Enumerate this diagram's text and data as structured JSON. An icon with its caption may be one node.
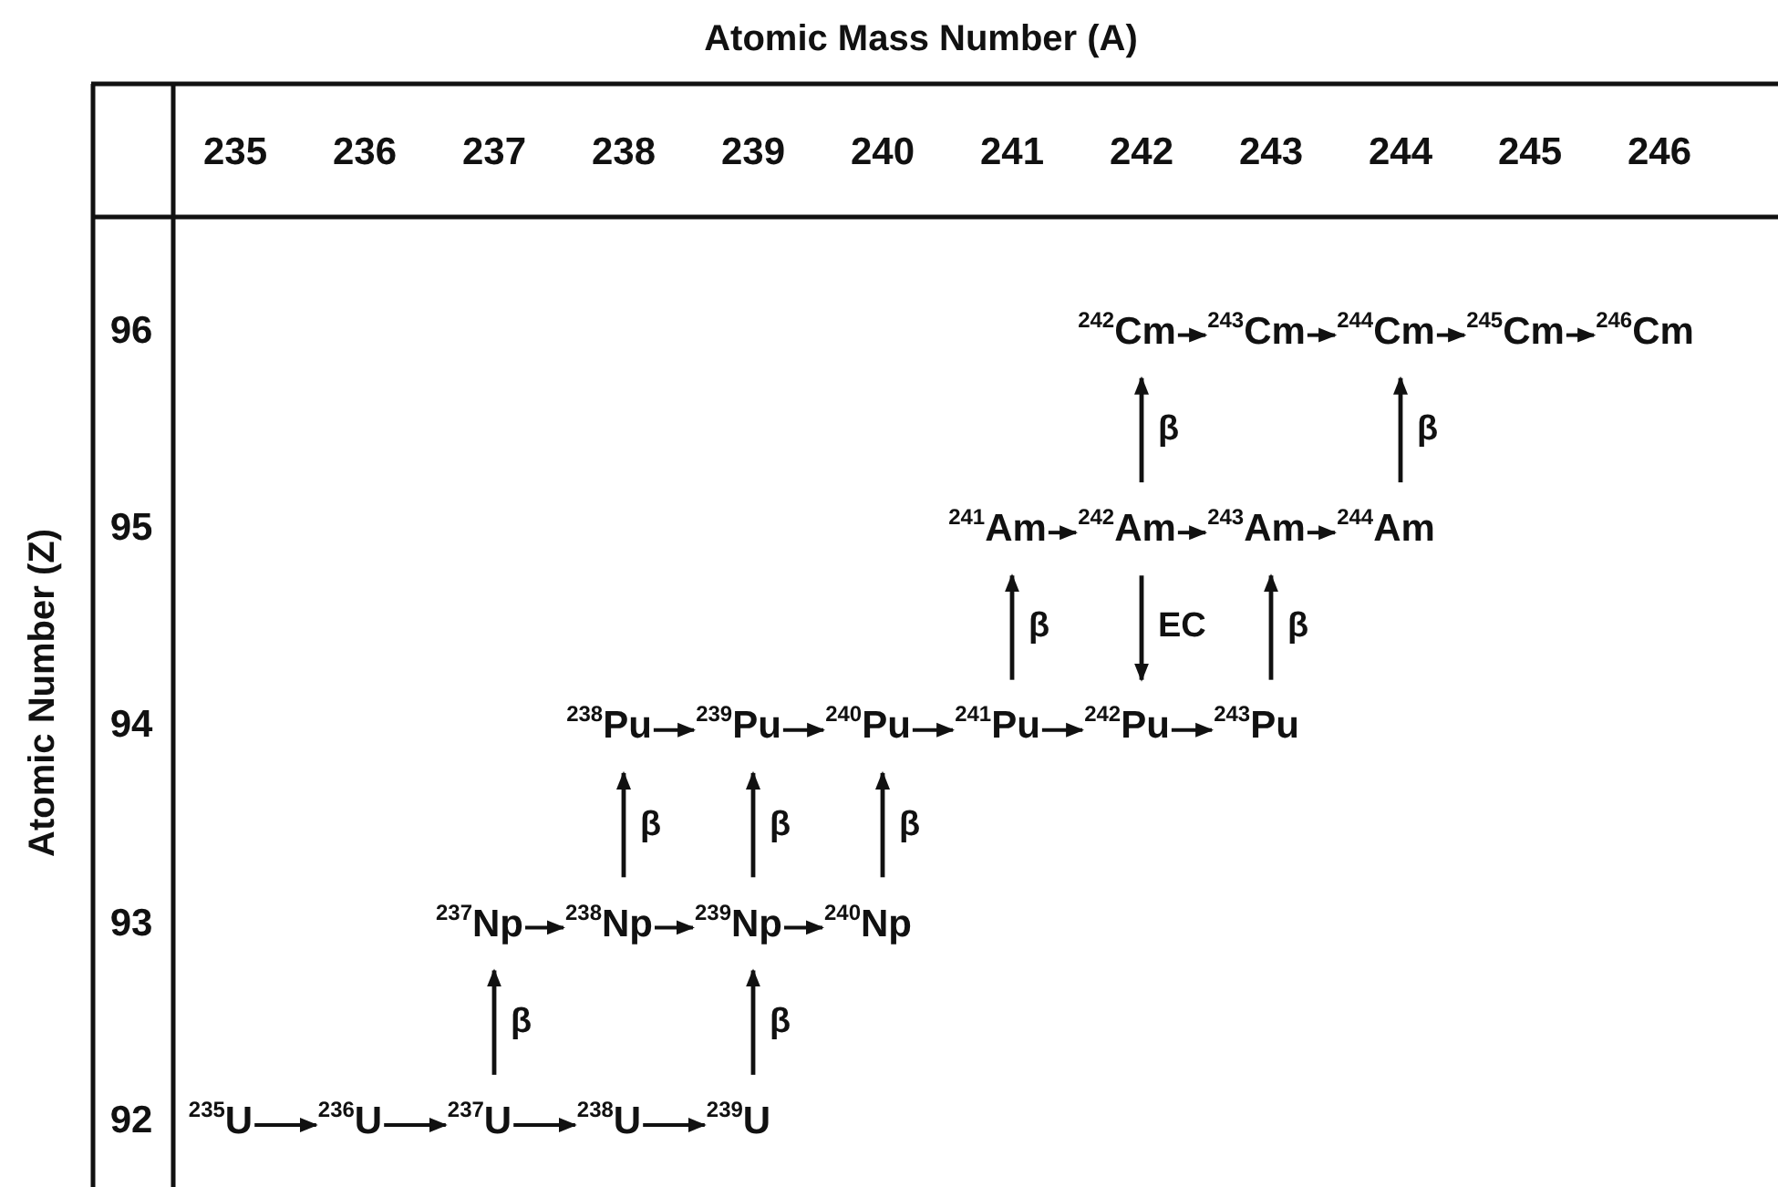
{
  "diagram": {
    "nodes": [
      {
        "text": [
          "$^{242}$Cm"
        ]
      },
      {
        "text": [
          "$^{243}$Cm"
        ]
      },
      {
        "text": [
          "$^{244}$Cm"
        ]
      },
      {
        "text": [
          "$^{245}$Cm"
        ]
      },
      {
        "text": [
          "$^{246}$Cm"
        ]
      },
      {
        "text": [
          "$^{241}$Am"
        ]
      },
      {
        "text": [
          "$^{242}$Am"
        ]
      },
      {
        "text": [
          "$^{243}$Am"
        ]
      },
      {
        "text": [
          "$^{244}$Am"
        ]
      },
      {
        "text": [
          "$^{238}$Pu"
        ]
      },
      {
        "text": [
          "$^{239}$Pu"
        ]
      },
      {
        "text": [
          "$^{240}$Pu"
        ]
      },
      {
        "text": [
          "$^{241}$Pu"
        ]
      },
      {
        "text": [
          "$^{242}$Pu"
        ]
      },
      {
        "text": [
          "$^{243}$Pu"
        ]
      },
      {
        "text": [
          "$^{237}$Np"
        ]
      },
      {
        "text": [
          "$^{238}$Np"
        ]
      },
      {
        "text": [
          "$^{239}$Np"
        ]
      },
      {
        "text": [
          "$^{240}$Np"
        ]
      },
      {
        "text": [
          "$^{235}$U"
        ]
      },
      {
        "text": [
          "$^{236}$U"
        ]
      },
      {
        "text": [
          "$^{237}$U"
        ]
      },
      {
        "text": [
          "$^{238}$U"
        ]
      },
      {
        "text": [
          "$^{239}$U"
        ]
      }
    ],
    "edges": [
      {
        "from": 0,
        "to": 1,
        "arrow": "to"
      },
      {
        "from": 1,
        "to": 2,
        "arrow": "to"
      },
      {
        "from": 2,
        "to": 3,
        "arrow": "to"
      },
      {
        "from": 3,
        "to": 4,
        "arrow": "to"
      },
      {
        "from": 5,
        "to": 6,
        "arrow": "to"
      },
      {
        "from": 6,
        "to": 7,
        "arrow": "to"
      },
      {
        "from": 7,
        "to": 8,
        "arrow": "to"
      },
      {
        "from": 9,
        "to": 10,
        "arrow": "to"
      },
      {
        "from": 10,
        "to": 11,
        "arrow": "to"
      },
      {
        "from": 11,
        "to": 12,
        "arrow": "to"
      },
      {
        "from": 12,
        "to": 13,
        "arrow": "to"
      },
      {
        "from": 13,
        "to": 14,
        "arrow": "to"
      },
      {
        "from": 15,
        "to": 16,
        "arrow": "to"
      },
      {
        "from": 16,
        "to": 17,
        "arrow": "to"
      },
      {
        "from": 17,
        "to": 18,
        "arrow": "to"
      },
      {
        "from": 19,
        "to": 20,
        "arrow": "to"
      },
      {
        "from": 20,
        "to": 21,
        "arrow": "to"
      },
      {
        "from": 21,
        "to": 22,
        "arrow": "to"
      },
      {
        "from": 22,
        "to": 23,
        "arrow": "to"
      },
      {
        "from": 6,
        "to": 0,
        "arrow": "to",
        "label": "β"
      },
      {
        "from": 8,
        "to": 2,
        "arrow": "to",
        "label": "β"
      },
      {
        "from": 12,
        "to": 5,
        "arrow": "to",
        "label": "β"
      },
      {
        "from": 6,
        "to": 13,
        "arrow": "to",
        "label": "EC"
      },
      {
        "from": 14,
        "to": 7,
        "arrow": "to",
        "label": "β"
      },
      {
        "from": 16,
        "to": 9,
        "arrow": "to",
        "label": "β"
      },
      {
        "from": 17,
        "to": 10,
        "arrow": "to",
        "label": "β"
      },
      {
        "from": 18,
        "to": 11,
        "arrow": "to",
        "label": "β"
      },
      {
        "from": 21,
        "to": 15,
        "arrow": "to",
        "label": "β"
      },
      {
        "from": 23,
        "to": 17,
        "arrow": "to",
        "label": "β"
      }
    ],
    "labels": [
      "Atomic Mass Number (A)",
      "235",
      "236",
      "237",
      "238",
      "239",
      "240",
      "241",
      "242",
      "243",
      "244",
      "245",
      "246",
      "Atomic Number (Z)",
      "96",
      "95",
      "94",
      "93",
      "92"
    ]
  }
}
